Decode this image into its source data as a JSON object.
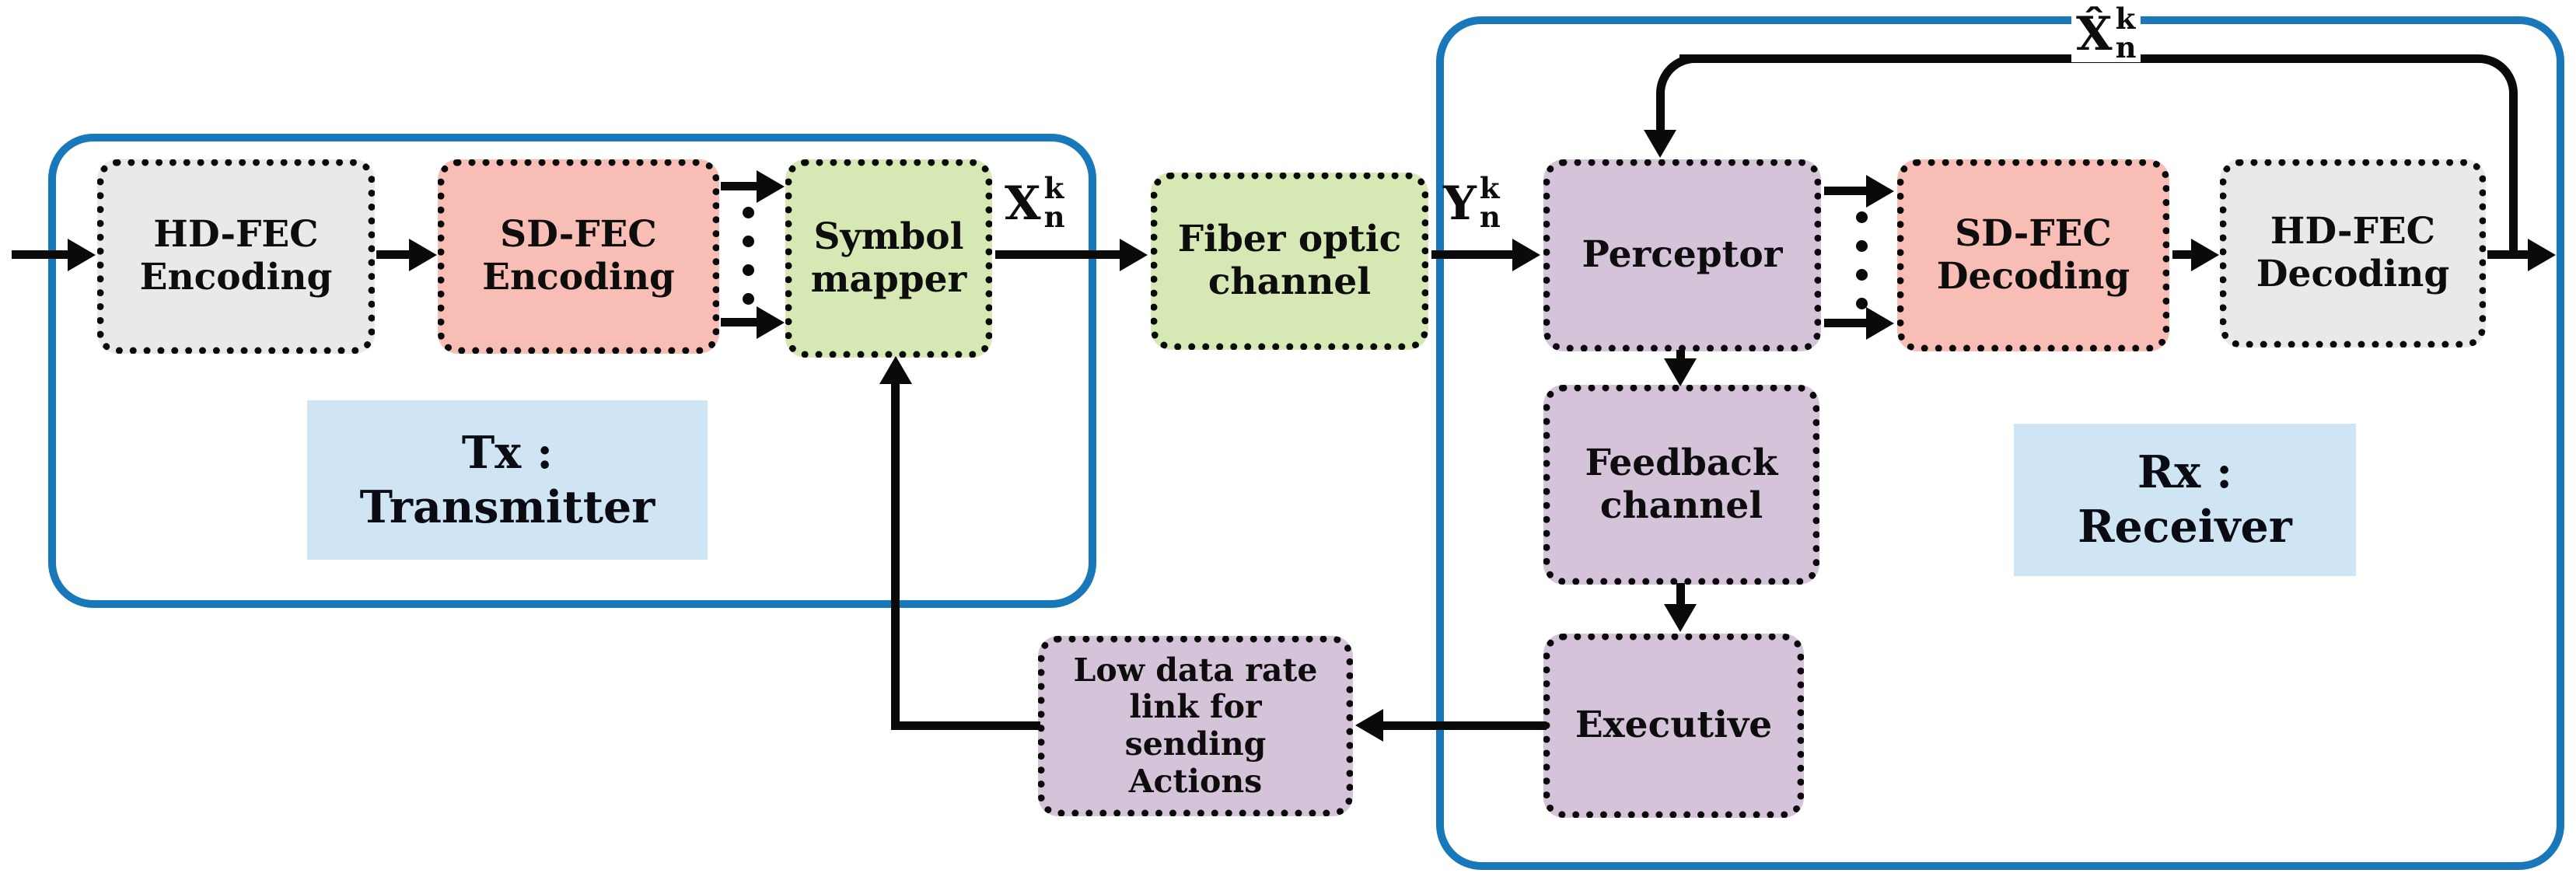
{
  "colors": {
    "box_gray": "#e9e9e9",
    "box_pink": "#f8beb6",
    "box_green": "#d6e9b4",
    "box_purple": "#d5c3da",
    "label_blue": "#cfe5f4",
    "container_border": "#1878ba",
    "line": "#0a0a0a"
  },
  "transmitter": {
    "label": "Tx :\nTransmitter",
    "blocks": {
      "hd_fec_encoding": "HD-FEC\nEncoding",
      "sd_fec_encoding": "SD-FEC\nEncoding",
      "symbol_mapper": "Symbol\nmapper"
    }
  },
  "channel": {
    "fiber_optic": "Fiber optic\nchannel",
    "low_data_rate_link": "Low data rate\nlink for\nsending\nActions"
  },
  "receiver": {
    "label": "Rx :\nReceiver",
    "blocks": {
      "perceptor": "Perceptor",
      "sd_fec_decoding": "SD-FEC\nDecoding",
      "hd_fec_decoding": "HD-FEC\nDecoding",
      "feedback_channel": "Feedback\nchannel",
      "executive": "Executive"
    }
  },
  "signals": {
    "transmitted": {
      "base": "X",
      "sup": "k",
      "sub": "n"
    },
    "received": {
      "base": "Y",
      "sup": "k",
      "sub": "n"
    },
    "decoded": {
      "base": "X̂",
      "sup": "k",
      "sub": "n"
    }
  }
}
